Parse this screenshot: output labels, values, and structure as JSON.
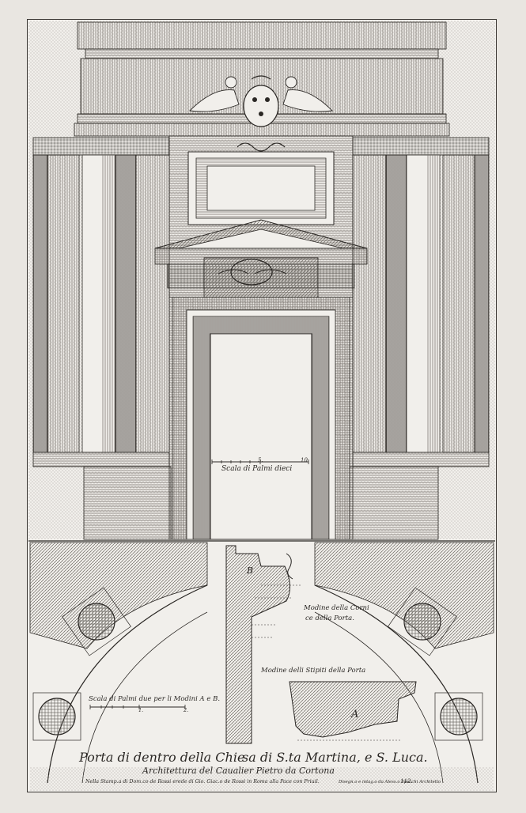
{
  "scale_elevation": {
    "label": "Scala di Palmi dieci",
    "tick_5": "5.",
    "tick_10": "10"
  },
  "scale_detail": {
    "label": "Scala di Palmi due per li Modini A e B.",
    "tick_1": "1.",
    "tick_2": "2."
  },
  "molding_cornice": {
    "line1": "Modine della Corni",
    "line2": "ce della Porta."
  },
  "molding_jambs": {
    "label": "Modine delli Stipiti della Porta"
  },
  "letters": {
    "a": "A",
    "b": "B"
  },
  "title": {
    "line1_left": "Porta di dentro della Chie",
    "line1_right": "sa di S.ta Martina, e S. Luca.",
    "line2": "Architettura del Caualier Pietro da Cortona",
    "imprint": "Nella Stamp.a di Dom.co de Rossi erede di Gio. Giac.o de Rossi in Roma alla Pace con Priuil.",
    "credit": "Disegn.o e intag.o da Aless.o Specchi Architetto",
    "plate_number": "112."
  },
  "colors": {
    "paper": "#e9e6e1",
    "ink": "#2a2724",
    "hatch": "#6f6a64"
  }
}
